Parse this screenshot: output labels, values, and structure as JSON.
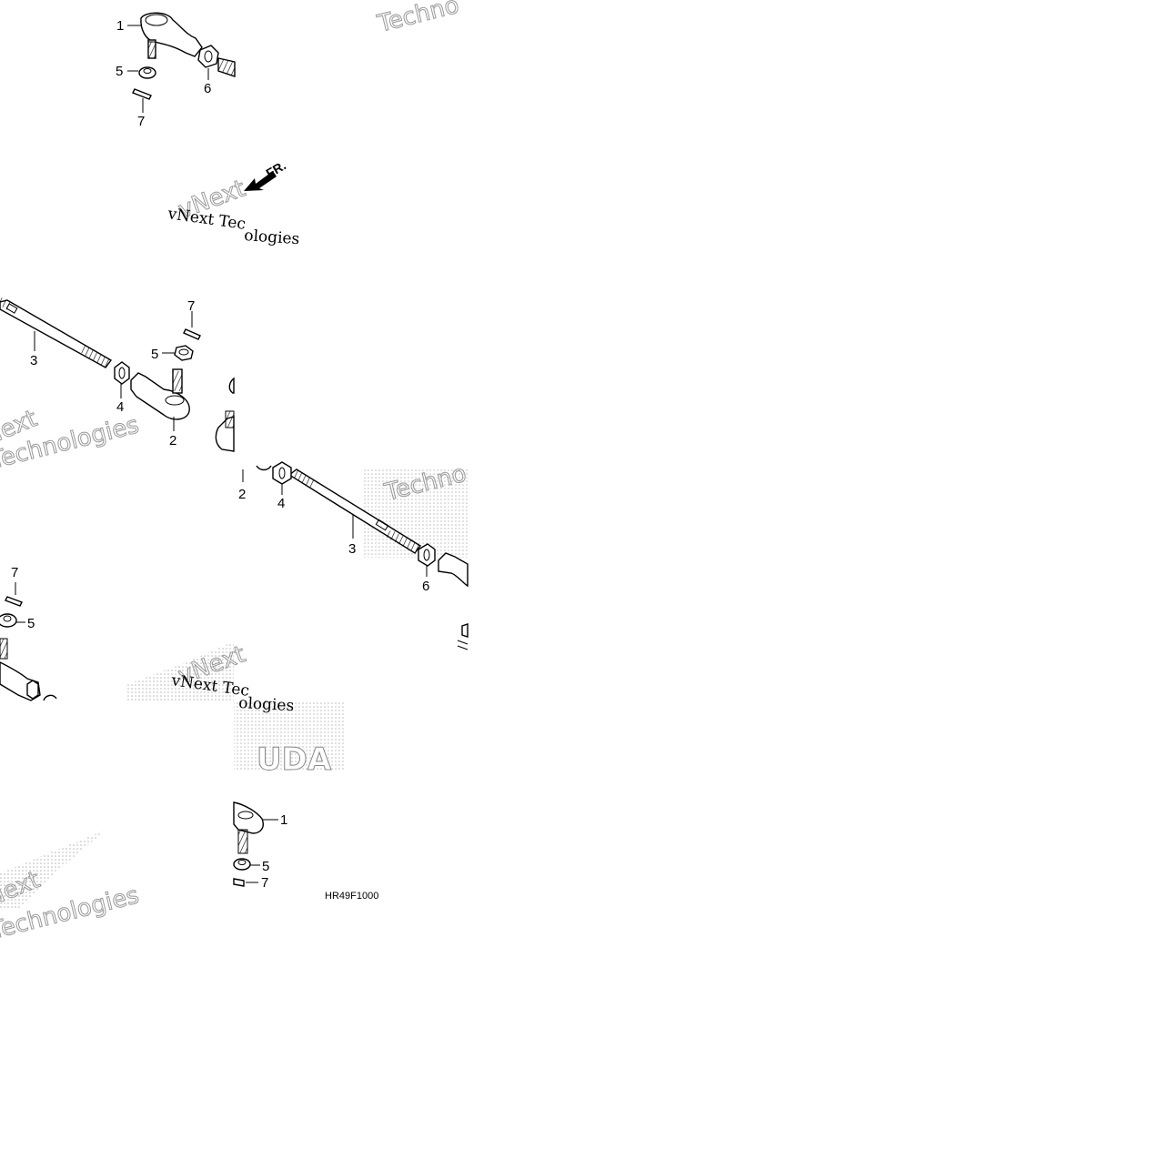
{
  "diagram": {
    "callouts": {
      "c1_top": "1",
      "c5_top": "5",
      "c6_top": "6",
      "c7_top": "7",
      "c7_mid": "7",
      "c5_mid": "5",
      "c3_mid": "3",
      "c4_mid": "4",
      "c2_mid": "2",
      "c2_center": "2",
      "c4_center": "4",
      "c3_center": "3",
      "c6_center": "6",
      "c7_left": "7",
      "c5_left": "5",
      "c1_bottom": "1",
      "c5_bottom": "5",
      "c7_bottom": "7"
    },
    "direction_label": "FR.",
    "diagram_code": "HR49F1000"
  },
  "watermarks": {
    "brand_line1": "vNext",
    "brand_line2": "Technologies",
    "combined": "vNext Tec",
    "partial_tech": "Techno",
    "partial_logies": "nologies",
    "partial_ogies": "ologies",
    "honda_fragment": "UDA"
  },
  "colors": {
    "ink": "#000000",
    "background": "#ffffff",
    "watermark_dots": "#7a7a7a"
  }
}
